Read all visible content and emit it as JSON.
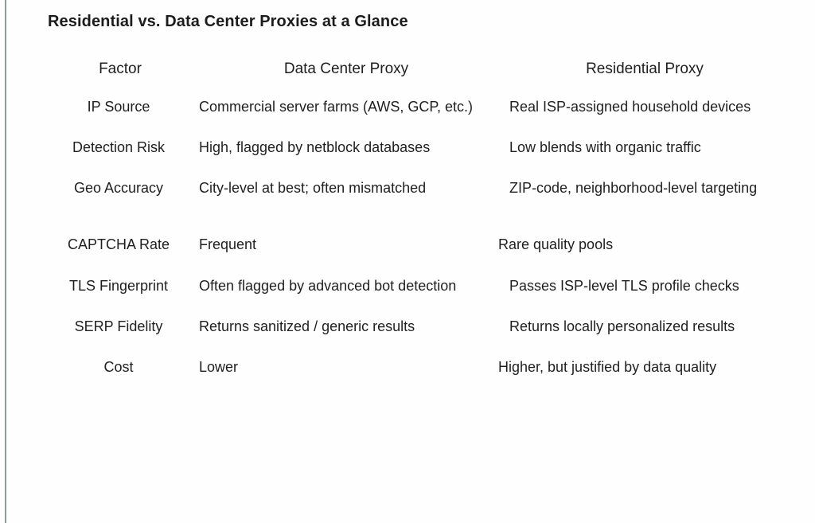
{
  "slide": {
    "title": "Residential vs. Data Center Proxies at a Glance",
    "accent_rule_color": "#7b8a85",
    "background_color": "#fefefe",
    "text_color": "#1f1f1f"
  },
  "table": {
    "headers": {
      "factor": "Factor",
      "data_center": "Data Center Proxy",
      "residential": "Residential Proxy"
    },
    "rows": [
      {
        "factor": "IP Source",
        "data_center": "Commercial server farms (AWS, GCP, etc.)",
        "residential": "Real ISP-assigned household devices"
      },
      {
        "factor": "Detection Risk",
        "data_center": "High, flagged by netblock databases",
        "residential": "Low blends with organic traffic"
      },
      {
        "factor": "Geo Accuracy",
        "data_center": "City-level at best; often mismatched",
        "residential": "ZIP-code, neighborhood-level targeting"
      },
      {
        "factor": "CAPTCHA Rate",
        "data_center": "Frequent",
        "residential": "Rare quality pools"
      },
      {
        "factor": "TLS Fingerprint",
        "data_center": "Often flagged by advanced bot detection",
        "residential": "Passes ISP-level TLS profile checks"
      },
      {
        "factor": "SERP Fidelity",
        "data_center": "Returns sanitized / generic results",
        "residential": "Returns locally personalized results"
      },
      {
        "factor": "Cost",
        "data_center": "Lower",
        "residential": "Higher, but justified by data quality"
      }
    ]
  }
}
